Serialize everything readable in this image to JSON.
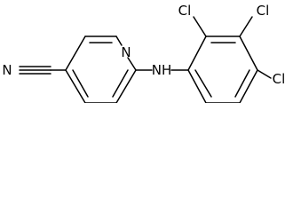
{
  "structure": {
    "atoms": {
      "nitrile_n": "N",
      "pyridine_n": "N",
      "amine": "NH",
      "cl_ortho": "Cl",
      "cl_para": "Cl",
      "cl_meta": "Cl"
    }
  }
}
